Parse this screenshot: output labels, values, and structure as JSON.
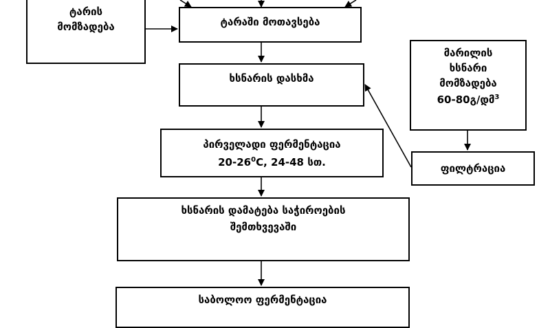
{
  "diagram": {
    "box_container_prep": {
      "lines": [
        "ტარის",
        "მომზადება"
      ]
    },
    "box_container_wash": {
      "lines": [
        "ტარაში მოთავსება"
      ]
    },
    "box_brine_pour": {
      "lines": [
        "ხსნარის დასხმა"
      ]
    },
    "box_salt_brine": {
      "lines": [
        "მარილის",
        "ხსნარი",
        "მომზადება"
      ],
      "concentration_prefix": "60-80გ/დმ",
      "concentration_sup": "3"
    },
    "box_filtration": {
      "lines": [
        "ფილტრაცია"
      ]
    },
    "box_primary_ferm": {
      "line1": "პირველადი ფერმენტაცია",
      "line2_prefix": "20-26",
      "line2_sup": "0",
      "line2_suffix": "C, 24-48 სთ."
    },
    "box_brine_add": {
      "lines": [
        "ხსნარის დამატება საჭიროების",
        "შემთხვევაში"
      ]
    },
    "box_final_ferm": {
      "lines": [
        "საბოლოო ფერმენტაცია"
      ]
    }
  }
}
